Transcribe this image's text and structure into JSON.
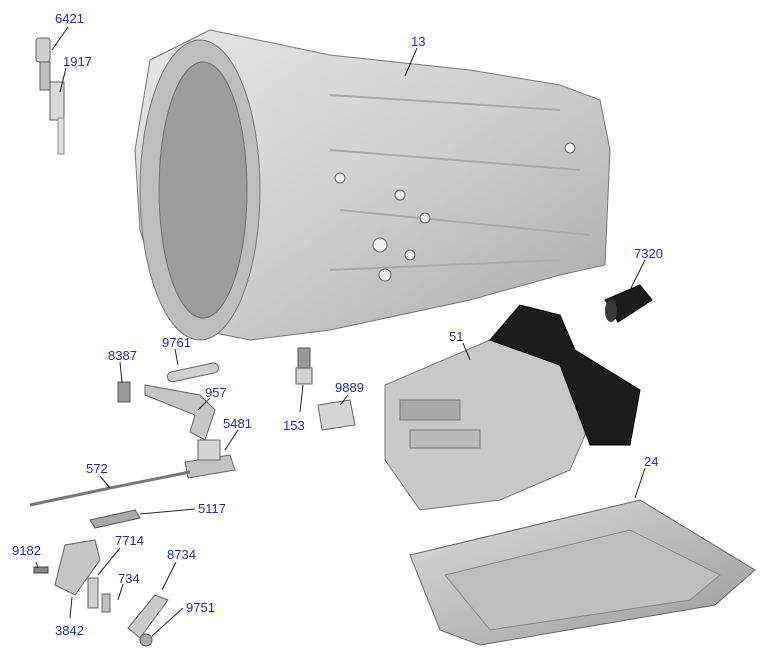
{
  "diagram": {
    "colors": {
      "label": "#1a2fae",
      "leader": "#222222",
      "metal": "#c9c9c9",
      "metal_dark": "#8e8e8e",
      "black_part": "#1c1c1c"
    },
    "callouts": [
      {
        "id": "c6421",
        "text": "6421"
      },
      {
        "id": "c1917",
        "text": "1917"
      },
      {
        "id": "c13",
        "text": "13"
      },
      {
        "id": "c7320",
        "text": "7320"
      },
      {
        "id": "c51",
        "text": "51"
      },
      {
        "id": "c8387",
        "text": "8387"
      },
      {
        "id": "c9761",
        "text": "9761"
      },
      {
        "id": "c957",
        "text": "957"
      },
      {
        "id": "c5481",
        "text": "5481"
      },
      {
        "id": "c153",
        "text": "153"
      },
      {
        "id": "c9889",
        "text": "9889"
      },
      {
        "id": "c572",
        "text": "572"
      },
      {
        "id": "c5117",
        "text": "5117"
      },
      {
        "id": "c24",
        "text": "24"
      },
      {
        "id": "c9182",
        "text": "9182"
      },
      {
        "id": "c7714",
        "text": "7714"
      },
      {
        "id": "c734",
        "text": "734"
      },
      {
        "id": "c8734",
        "text": "8734"
      },
      {
        "id": "c3842",
        "text": "3842"
      },
      {
        "id": "c9751",
        "text": "9751"
      }
    ]
  }
}
